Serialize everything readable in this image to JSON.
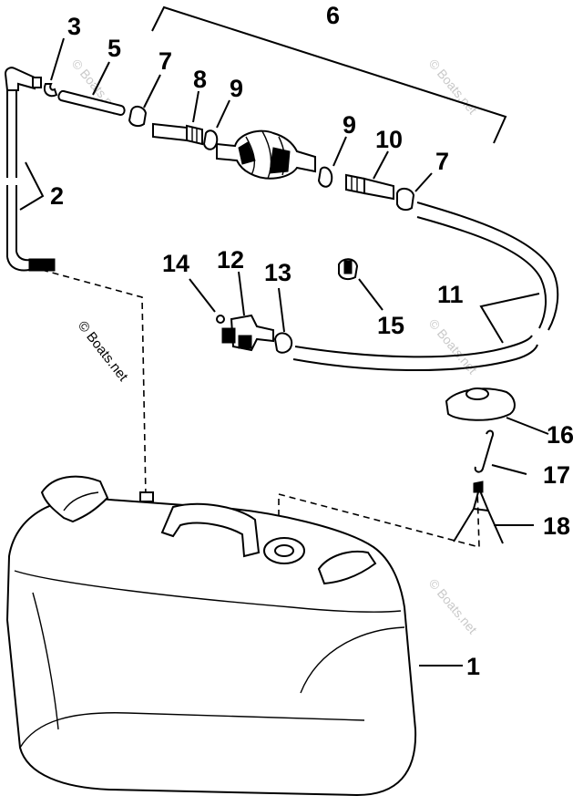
{
  "diagram": {
    "callouts": {
      "p1": "1",
      "p2": "2",
      "p3": "3",
      "p5": "5",
      "p6": "6",
      "p7a": "7",
      "p7b": "7",
      "p8": "8",
      "p9a": "9",
      "p9b": "9",
      "p10": "10",
      "p11": "11",
      "p12": "12",
      "p13": "13",
      "p14": "14",
      "p15": "15",
      "p16": "16",
      "p17": "17",
      "p18": "18"
    },
    "watermark": {
      "main": "© Boats.net",
      "faint": "© Boats.net"
    },
    "colors": {
      "ink": "#000000",
      "paper": "#ffffff",
      "watermark": "#c9c9c9"
    }
  }
}
